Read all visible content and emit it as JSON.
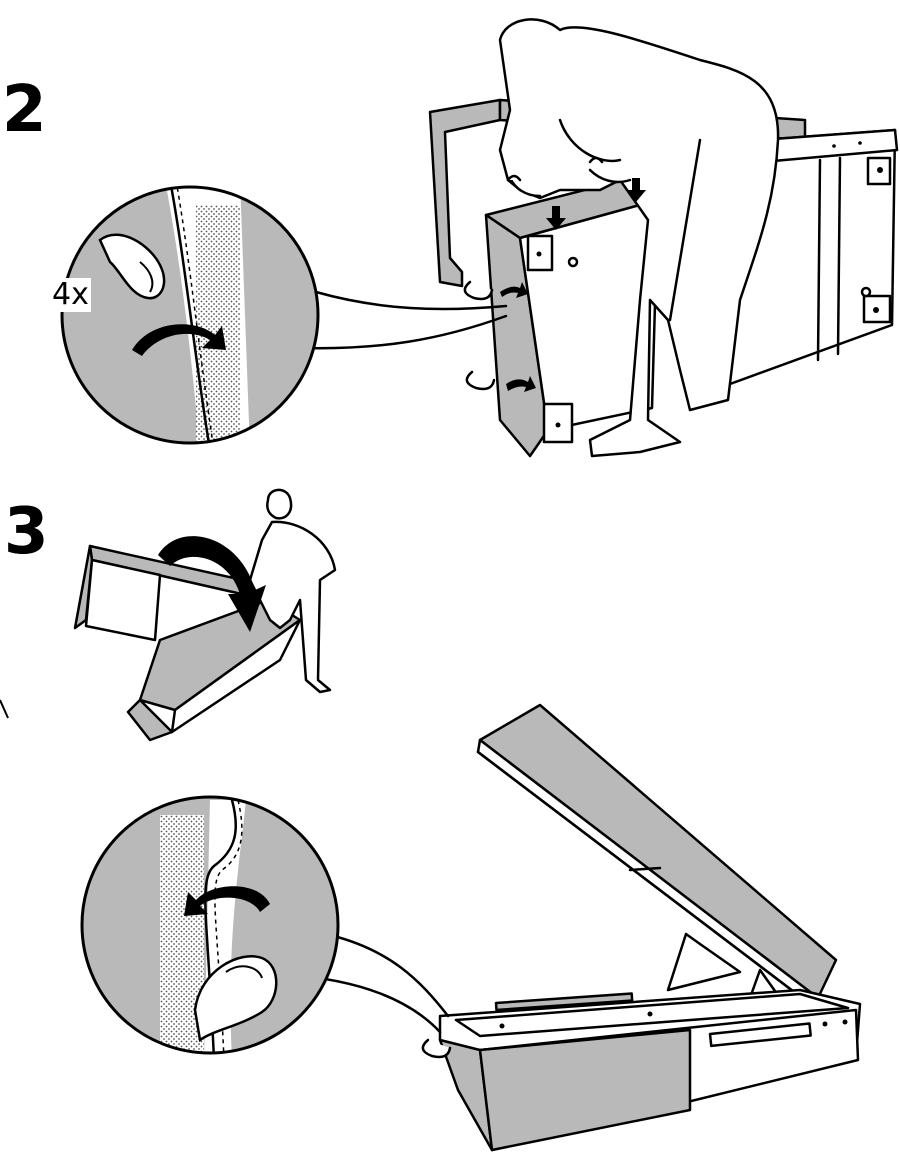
{
  "steps": [
    {
      "number": "2",
      "quantity_label": "4x"
    },
    {
      "number": "3"
    }
  ],
  "colors": {
    "ink": "#000000",
    "fabric_gray": "#b9b9b9",
    "paper": "#ffffff",
    "velcro_dots": "#555555"
  },
  "icons": [
    "person-icon",
    "rotate-arrow-icon",
    "press-down-arrow-icon",
    "fold-arrow-icon",
    "flip-arrow-icon"
  ]
}
